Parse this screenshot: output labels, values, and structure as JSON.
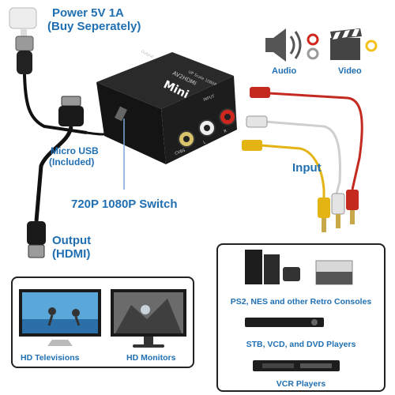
{
  "labels": {
    "power_line1": "Power 5V 1A",
    "power_line2": "(Buy Seperately)",
    "audio": "Audio",
    "video": "Video",
    "micro_usb_line1": "Micro USB",
    "micro_usb_line2": "(Included)",
    "input": "Input",
    "switch": "720P 1080P Switch",
    "output_line1": "Output",
    "output_line2": "(HDMI)"
  },
  "device": {
    "brand": "Mini",
    "model": "AV2HDMI",
    "resolution": "UP Scale 1080P",
    "output_port": "Output",
    "input_port": "INPUT",
    "ports": [
      "CVBS",
      "L",
      "R"
    ]
  },
  "outputs": [
    {
      "caption": "HD Televisions",
      "icon": "tv-icon"
    },
    {
      "caption": "HD Monitors",
      "icon": "monitor-icon"
    }
  ],
  "sources": [
    {
      "caption": "PS2, NES and other Retro Consoles",
      "icon": "game-console-icon"
    },
    {
      "caption": "STB, VCD, and DVD Players",
      "icon": "dvd-player-icon"
    },
    {
      "caption": "VCR Players",
      "icon": "vcr-icon"
    }
  ],
  "colors": {
    "label_blue": "#1f6fb2",
    "rca_red": "#d0281e",
    "rca_white": "#e6e6e6",
    "rca_yellow": "#f2c21b",
    "device_black": "#1b1b1b"
  }
}
